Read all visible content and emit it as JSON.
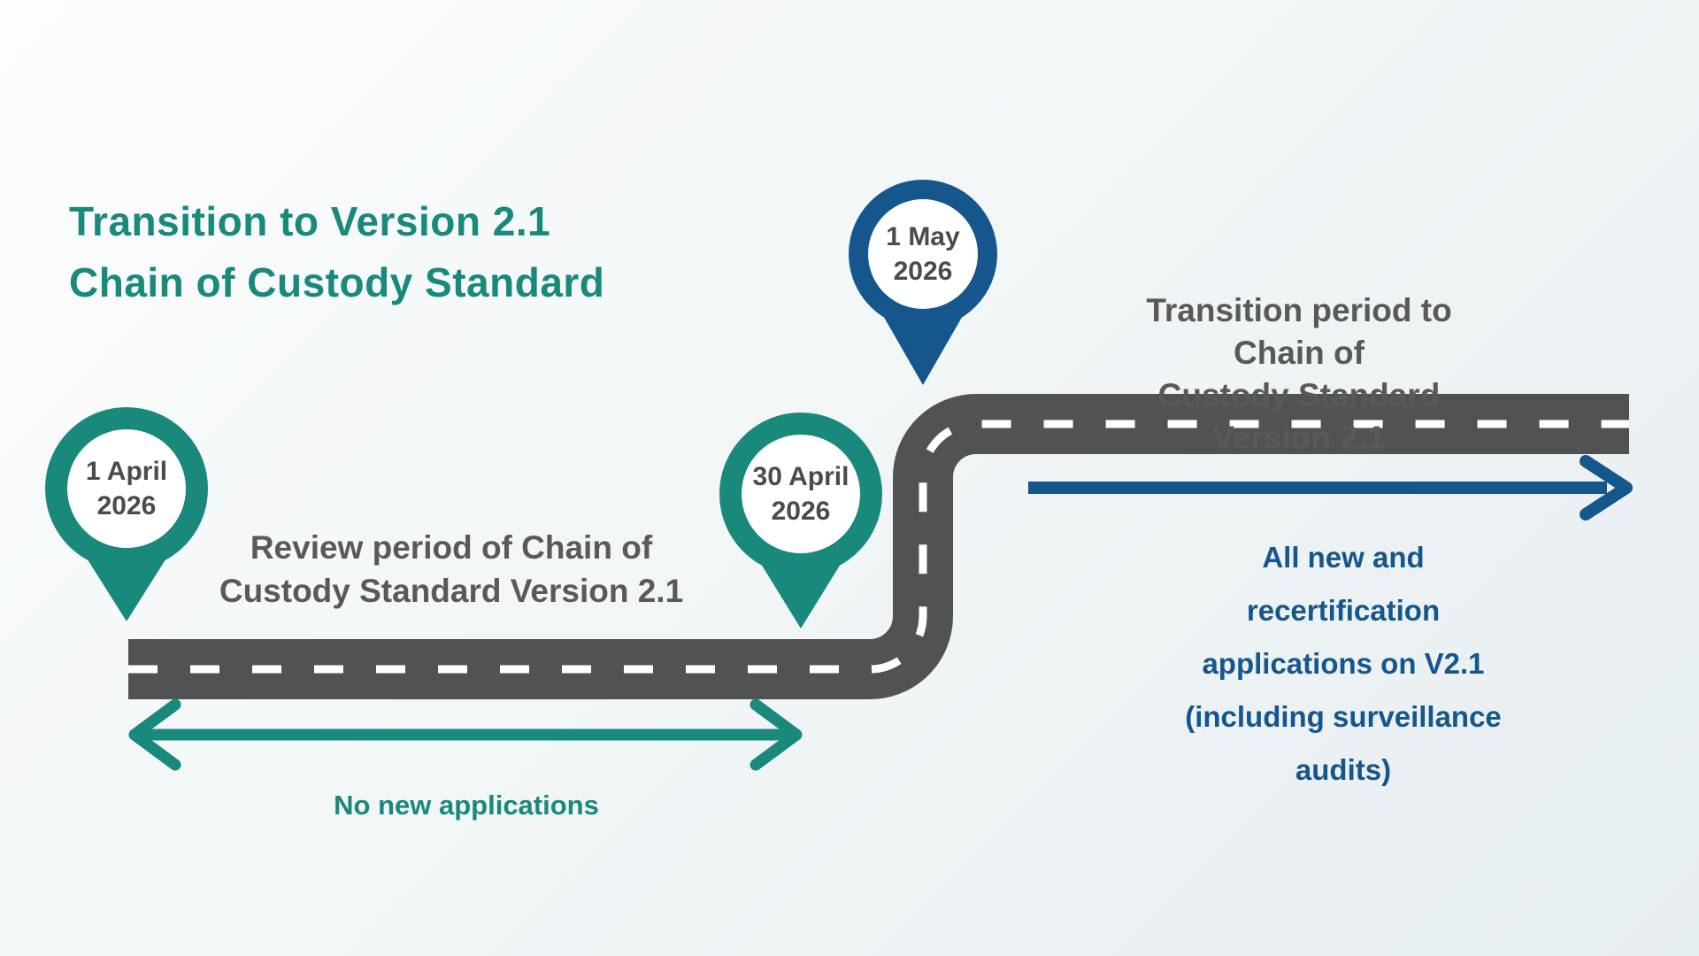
{
  "title": {
    "line1": "Transition to Version 2.1",
    "line2": "Chain of Custody Standard"
  },
  "milestones": [
    {
      "date": "1 April",
      "year": "2026"
    },
    {
      "date": "30 April",
      "year": "2026"
    },
    {
      "date": "1 May",
      "year": "2026"
    }
  ],
  "labels": {
    "review_period": {
      "line1": "Review period of Chain of",
      "line2": "Custody Standard Version 2.1"
    },
    "transition_period": {
      "line1": "Transition period to Chain of",
      "line2": "Custody Standard Version 2.1"
    },
    "no_new_applications": "No new applications",
    "all_new": {
      "line1": "All new and recertification",
      "line2": "applications on V2.1",
      "line3": "(including surveillance audits)"
    }
  },
  "colors": {
    "teal": "#18897B",
    "blue": "#15568C",
    "road": "#515254",
    "dash": "#FFFFFF",
    "text_gray": "#58595B",
    "pin_text": "#4A4B4D",
    "bg_from": "#FCFDFD",
    "bg_to": "#E7EEF0"
  }
}
